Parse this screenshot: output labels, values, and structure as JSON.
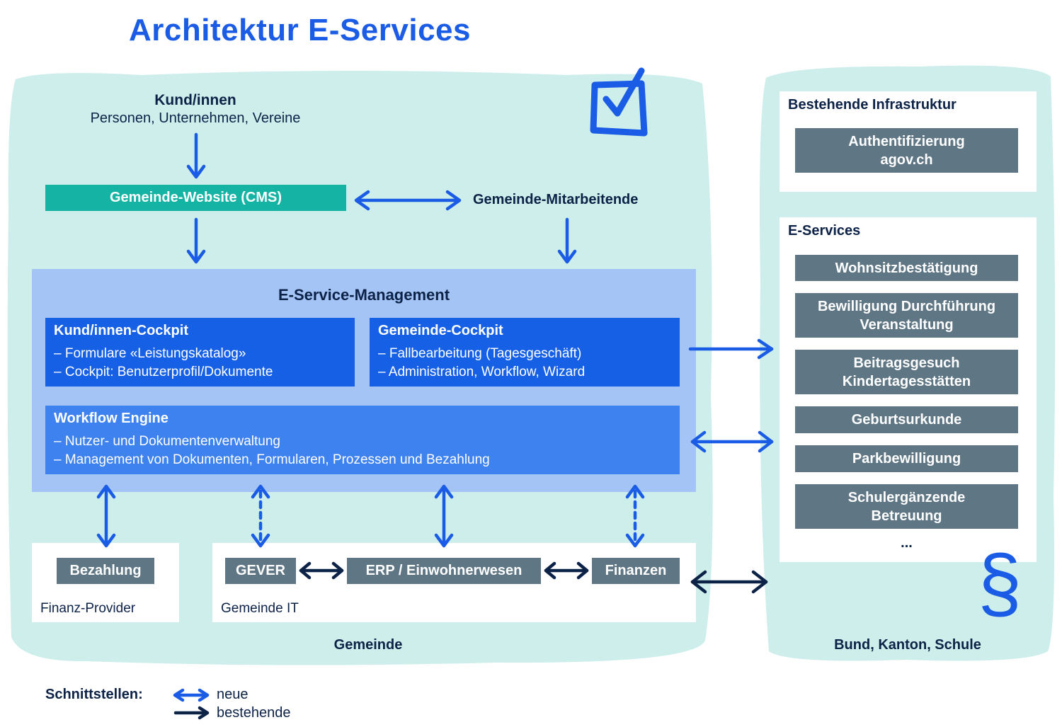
{
  "title": "Architektur E-Services",
  "gemeinde": {
    "label": "Gemeinde",
    "kunden_title": "Kund/innen",
    "kunden_sub": "Personen, Unternehmen, Vereine",
    "website": "Gemeinde-Website (CMS)",
    "mitarbeitende": "Gemeinde-Mitarbeitende",
    "esm_title": "E-Service-Management",
    "cockpit_kunden": {
      "title": "Kund/innen-Cockpit",
      "lines": [
        "– Formulare «Leistungskatalog»",
        "– Cockpit: Benutzerprofil/Dokumente"
      ]
    },
    "cockpit_gemeinde": {
      "title": "Gemeinde-Cockpit",
      "lines": [
        "– Fallbearbeitung (Tagesgeschäft)",
        "– Administration, Workflow, Wizard"
      ]
    },
    "workflow": {
      "title": "Workflow Engine",
      "lines": [
        "– Nutzer- und Dokumentenverwaltung",
        "– Management von Dokumenten, Formularen, Prozessen und Bezahlung"
      ]
    },
    "finanz": {
      "tag": "Bezahlung",
      "caption": "Finanz-Provider"
    },
    "it": {
      "tags": [
        "GEVER",
        "ERP / Einwohnerwesen",
        "Finanzen"
      ],
      "caption": "Gemeinde IT"
    }
  },
  "bund": {
    "label": "Bund, Kanton, Schule",
    "infra_title": "Bestehende Infrastruktur",
    "infra_items": [
      "Authentifizierung",
      "agov.ch"
    ],
    "eservices_title": "E-Services",
    "eservices": [
      [
        "Wohnsitzbestätigung"
      ],
      [
        "Bewilligung Durchführung",
        "Veranstaltung"
      ],
      [
        "Beitragsgesuch",
        "Kindertagesstätten"
      ],
      [
        "Geburtsurkunde"
      ],
      [
        "Parkbewilligung"
      ],
      [
        "Schulergänzende",
        "Betreuung"
      ]
    ],
    "more": "..."
  },
  "legend": {
    "title": "Schnittstellen:",
    "new": "neue",
    "existing": "bestehende"
  },
  "colors": {
    "title_blue": "#1a5ce6",
    "new_arrow": "#1a5ce6",
    "existing_arrow": "#0d2247",
    "cloud": "#cdeeeb",
    "website": "#14b3a3",
    "esm": "#a3c4f5",
    "cockpit": "#1660e6",
    "workflow": "#3d82ee",
    "grey_tag": "#5f7685"
  },
  "icons": [
    "checkbox-icon",
    "paragraph-icon"
  ]
}
